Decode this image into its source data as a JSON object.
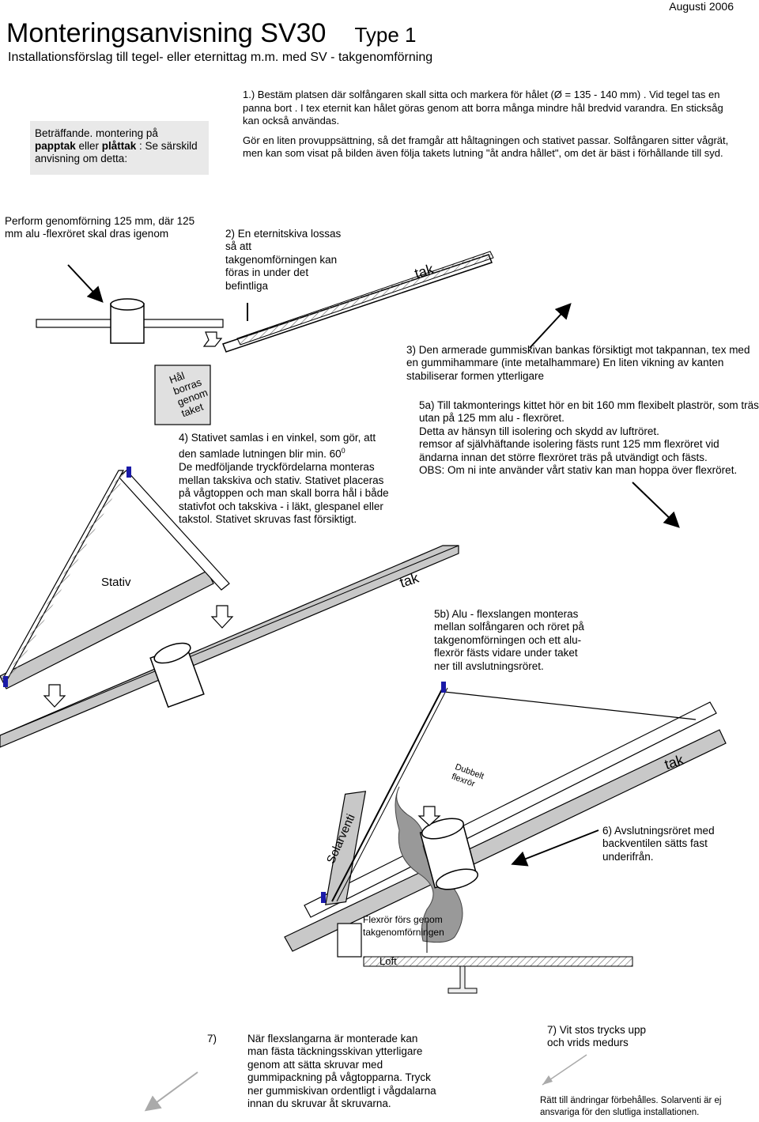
{
  "header": {
    "date": "Augusti 2006",
    "title": "Monteringsanvisning SV30",
    "type": "Type 1",
    "subtitle": "Installationsförslag till tegel- eller eternittag m.m. med SV - takgenomförning"
  },
  "note_box": {
    "lead": "Beträffande. montering på",
    "bold1": "papptak",
    "mid": " eller ",
    "bold2": "plåttak",
    "tail": " : Se särskild anvisning om detta:"
  },
  "intro": {
    "p1": "1.) Bestäm platsen där solfångaren skall sitta och markera för hålet (Ø = 135 - 140 mm) . Vid tegel tas en panna bort . I tex eternit kan hålet göras genom att  borra många mindre hål bredvid varandra. En sticksåg kan också användas.",
    "p2": "Gör en liten provuppsättning, så det framgår att håltagningen och stativet passar. Solfångaren sitter vågrät, men kan som visat på bilden även följa takets lutning \"åt andra hållet\", om det är bäst i förhållande till syd."
  },
  "step_perform": "Perform genomförning 125 mm, där 125 mm alu -flexröret skal dras igenom",
  "step2": "2) En eternitskiva lossas så att takgenomförningen kan föras in under det befintliga",
  "label_tak": "tak",
  "label_hal": [
    "Hål",
    "borras",
    "genom",
    "taket"
  ],
  "step3": "3) Den armerade gummiskivan bankas försiktigt mot takpannan, tex med en gummihammare (inte metalhammare) En liten vikning av kanten stabiliserar formen ytterligare",
  "step5a": [
    "5a) Till takmonterings kittet hör en bit 160 mm flexibelt plaströr, som träs utan på 125 mm alu - flexröret.",
    "Detta av hänsyn till isolering och skydd av luftröret.",
    "remsor af självhäftande isolering fästs runt 125 mm flexröret vid ändarna innan det större flexröret  träs på utvändigt och fästs.",
    "OBS: Om  ni inte använder vårt stativ kan man hoppa över flexröret."
  ],
  "step4": {
    "l1": "4) Stativet samlas i en vinkel, som gör, att den samlade lutningen blir min. 60",
    "sup": "0",
    "l2": "De medföljande tryckfördelarna monteras mellan takskiva och stativ. Stativet placeras på vågtoppen och man skall borra hål i både stativfot och takskiva - i läkt, glespanel eller takstol. Stativet   skruvas fast försiktigt."
  },
  "label_stativ": "Stativ",
  "step5b": "5b) Alu - flexslangen monteras mellan solfångaren och röret på takgenomförningen  och ett alu-flexrör fästs vidare under taket ner till avslutningsröret.",
  "label_dubbelt": [
    "Dubbelt",
    "flexrör"
  ],
  "label_solarventi": "Solarventi",
  "step6": "6) Avslutningsröret med backventilen sätts  fast underifrån.",
  "label_flexror": [
    "Flexrör förs genom",
    "takgenomförningen"
  ],
  "label_loft": "Loft",
  "step7_num": "7)",
  "step7": "När  flexslangarna är monterade kan man fästa täckningsskivan ytterligare genom att sätta skruvar med gummipackning på vågtopparna. Tryck ner gummiskivan ordentligt i vågdalarna innan du skruvar åt skruvarna.",
  "step7b": "7) Vit stos trycks upp och vrids medurs",
  "disclaimer": "Rätt till ändringar förbehålles.  Solarventi är ej ansvariga för den slutliga installationen.",
  "colors": {
    "box_bg": "#e9e9e9",
    "panel_gray": "#c8c8c8",
    "bracket_blue": "#1a1aa8"
  }
}
